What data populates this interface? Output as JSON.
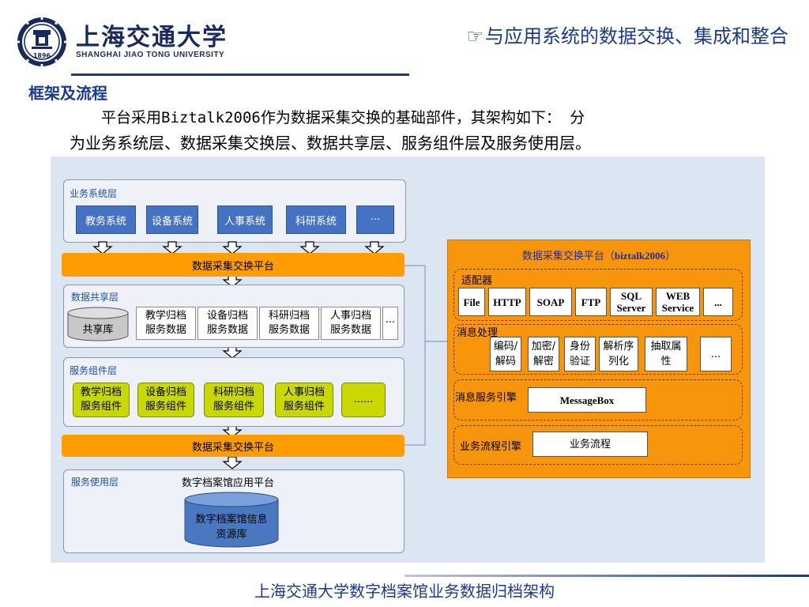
{
  "header": {
    "logo_cn": "上海交通大学",
    "logo_en": "SHANGHAI JIAO TONG UNIVERSITY",
    "logo_seal_year": "1896",
    "title": "与应用系统的数据交换、集成和整合"
  },
  "section": {
    "heading": "框架及流程",
    "intro_line1": "平台采用Biztalk2006作为数据采集交换的基础部件，其架构如下：  分",
    "intro_line2": "为业务系统层、数据采集交换层、数据共享层、服务组件层及服务使用层。"
  },
  "diagram": {
    "business_layer": {
      "label": "业务系统层",
      "systems": [
        "教务系统",
        "设备系统",
        "人事系统",
        "科研系统",
        "···"
      ]
    },
    "exchange_platform_label": "数据采集交换平台",
    "sharing_layer": {
      "label": "数据共享层",
      "repository": "共享库",
      "items": [
        "教学归档\n服务数据",
        "设备归档\n服务数据",
        "科研归档\n服务数据",
        "人事归档\n服务数据",
        "···"
      ]
    },
    "component_layer": {
      "label": "服务组件层",
      "items": [
        "教学归档\n服务组件",
        "设备归档\n服务组件",
        "科研归档\n服务组件",
        "人事归档\n服务组件",
        "......"
      ]
    },
    "exchange_platform_label_2": "数据采集交换平台",
    "usage_layer": {
      "label": "服务使用层",
      "platform": "数字档案馆应用平台",
      "database": "数字档案馆信息\n资源库"
    },
    "biztalk": {
      "title_prefix": "数据采集交换平台（",
      "title_bold": "biztalk2006",
      "title_suffix": "）",
      "adapter": {
        "label": "适配器",
        "items": [
          "File",
          "HTTP",
          "SOAP",
          "FTP",
          "SQL\nServer",
          "WEB\nService",
          "..."
        ]
      },
      "message_processing": {
        "label": "消息处理",
        "items": [
          "编码/\n解码",
          "加密/\n解密",
          "身份\n验证",
          "解析序\n列化",
          "抽取属\n性",
          "..."
        ]
      },
      "message_engine": {
        "label": "消息服务引擎",
        "box": "MessageBox"
      },
      "process_engine": {
        "label": "业务流程引擎",
        "box": "业务流程"
      }
    }
  },
  "caption": "上海交通大学数字档案馆业务数据归档架构",
  "colors": {
    "navy": "#1a3a8c",
    "orange": "#ff9c00",
    "biztalk_panel": "#f7950c",
    "system_blue": "#4672c4",
    "component_green": "#c8d800",
    "panel_bg": "#dce6f2"
  }
}
